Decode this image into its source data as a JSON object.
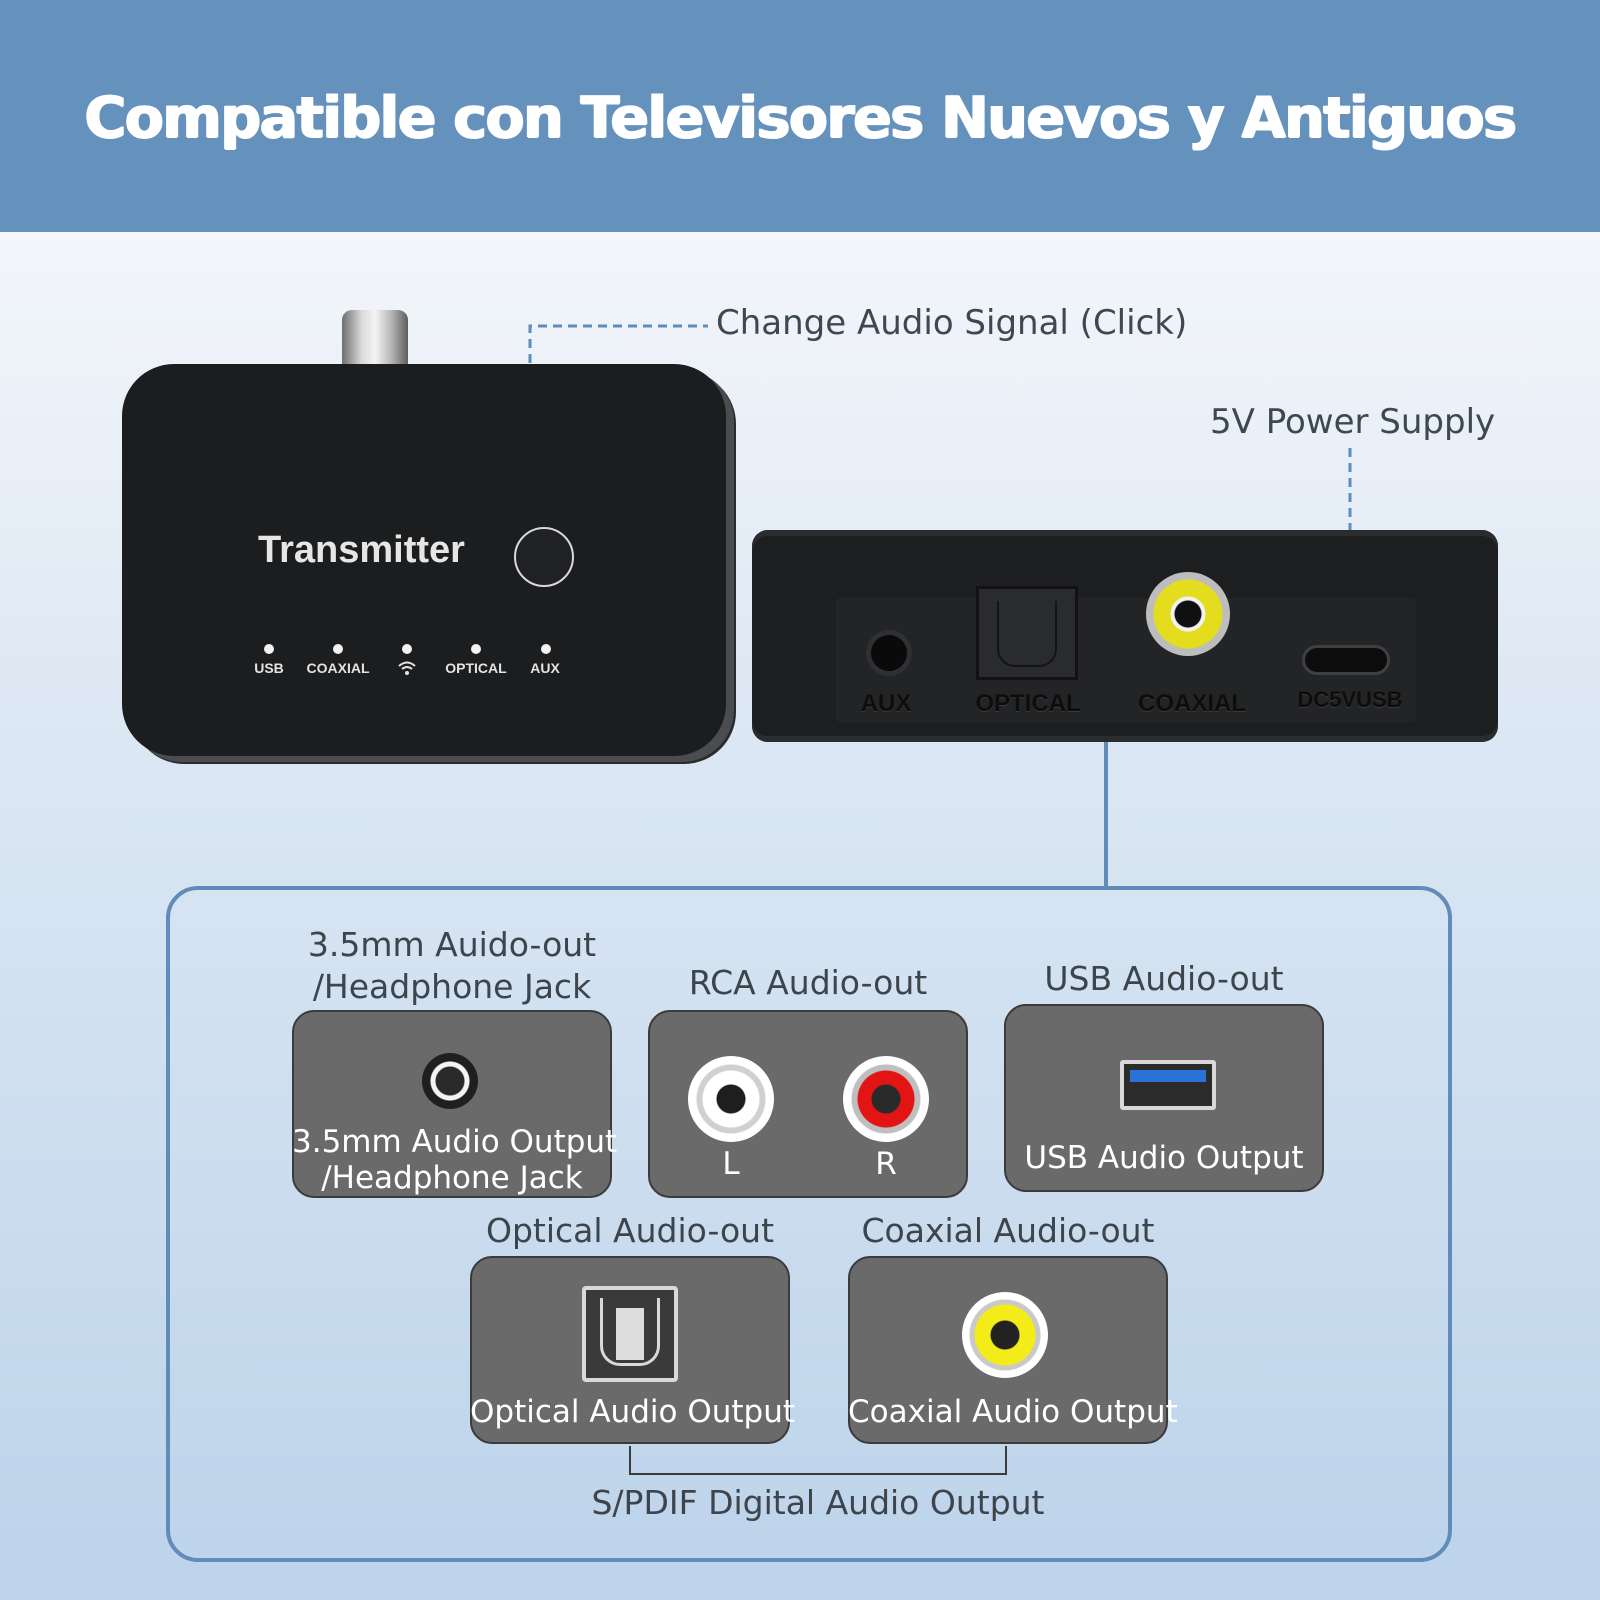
{
  "banner": {
    "title": "Compatible con Televisores Nuevos y Antiguos"
  },
  "annotations": {
    "change_signal": "Change Audio Signal (Click)",
    "power_supply": "5V Power Supply"
  },
  "transmitter": {
    "label": "Transmitter",
    "indicators": [
      "USB",
      "COAXIAL",
      "OPTICAL",
      "AUX"
    ]
  },
  "rear_ports": [
    "AUX",
    "OPTICAL",
    "COAXIAL",
    "DC5VUSB"
  ],
  "outputs": {
    "jack35": {
      "title_line1": "3.5mm Auido-out",
      "title_line2": "/Headphone Jack",
      "text_line1": "3.5mm Audio Output",
      "text_line2": "/Headphone Jack"
    },
    "rca": {
      "title": "RCA Audio-out",
      "left": "L",
      "right": "R"
    },
    "usb": {
      "title": "USB Audio-out",
      "text": "USB Audio Output"
    },
    "optical": {
      "title": "Optical Audio-out",
      "text": "Optical Audio Output"
    },
    "coaxial": {
      "title": "Coaxial Audio-out",
      "text": "Coaxial Audio Output"
    },
    "spdif": "S/PDIF Digital Audio Output"
  },
  "colors": {
    "banner": "#6591bd",
    "panel_border": "#5f8cb9",
    "box_fill": "#6a6a6a",
    "rca_red": "#e21414",
    "coax_yellow": "#f3ec18",
    "usb_blue": "#2a72d6"
  }
}
